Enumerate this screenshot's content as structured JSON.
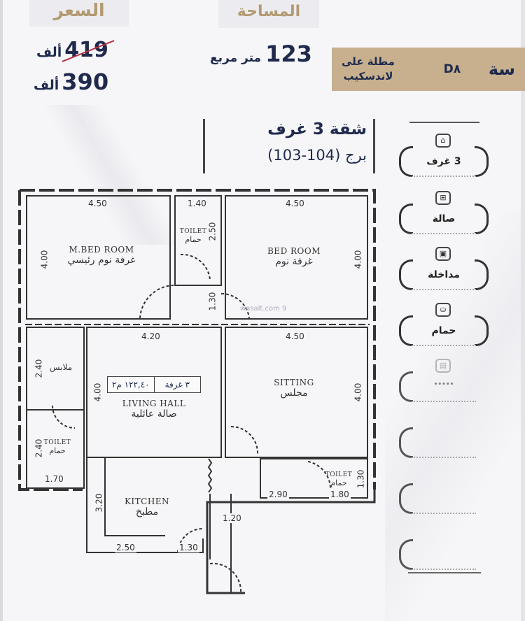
{
  "header": {
    "price_label": "السعر",
    "old_price": "419",
    "new_price": "390",
    "price_unit": "ألف",
    "area_label": "المساحة",
    "area_value": "123",
    "area_unit": "متر مربع"
  },
  "facing": {
    "text_line1": "مطلة على",
    "text_line2": "لاندسكيب",
    "code": "D٨",
    "main": "سة"
  },
  "title": {
    "line1": "شقة 3 غرف",
    "line2": "برج (104-103)"
  },
  "features": [
    {
      "icon": "bedroom-icon",
      "glyph": "⌂",
      "label": "3 غرف"
    },
    {
      "icon": "hall-icon",
      "glyph": "⊞",
      "label": "صالة"
    },
    {
      "icon": "entrance-icon",
      "glyph": "▣",
      "label": "مداخلة"
    },
    {
      "icon": "bath-icon",
      "glyph": "⛀",
      "label": "حمام"
    },
    {
      "icon": "misc-icon",
      "glyph": "▤",
      "label": "•••••"
    },
    {
      "icon": "",
      "glyph": "",
      "label": ""
    },
    {
      "icon": "",
      "glyph": "",
      "label": ""
    },
    {
      "icon": "",
      "glyph": "",
      "label": ""
    }
  ],
  "plan": {
    "rooms": [
      {
        "en": "M.BED ROOM",
        "ar": "غرفة نوم رئيسي"
      },
      {
        "en": "TOILET",
        "ar": "حمام"
      },
      {
        "en": "BED ROOM",
        "ar": "غرفة نوم"
      },
      {
        "en": "",
        "ar": "ملابس"
      },
      {
        "en": "LIVING HALL",
        "ar": "صالة عائلية"
      },
      {
        "en": "SITTING",
        "ar": "مجلس"
      },
      {
        "en": "TOILET",
        "ar": "حمام"
      },
      {
        "en": "KITCHEN",
        "ar": "مطبخ"
      },
      {
        "en": "TOILET",
        "ar": "حمام"
      }
    ],
    "area_tag": {
      "rooms": "٣ غرفة",
      "area": "١٢٢,٤٠ م٢"
    },
    "dims": {
      "mbed_w": "4.50",
      "toilet_w": "1.40",
      "bed_w": "4.50",
      "mbed_h": "4.00",
      "toilet_h": "2.50",
      "corridor_h": "1.30",
      "bed_h": "4.00",
      "hall_w": "4.20",
      "sitting_w": "4.50",
      "closet_h": "2.40",
      "toilet2_h": "2.40",
      "toilet2_w": "1.70",
      "hall_h": "4.00",
      "sitting_h": "4.00",
      "kitchen_h": "3.20",
      "kitchen_w": "2.50",
      "door_w": "1.30",
      "entry_w": "1.20",
      "corr_w": "2.90",
      "toilet3_w": "1.80",
      "toilet3_h": "1.30"
    },
    "watermark": "wasalt.com 9"
  }
}
